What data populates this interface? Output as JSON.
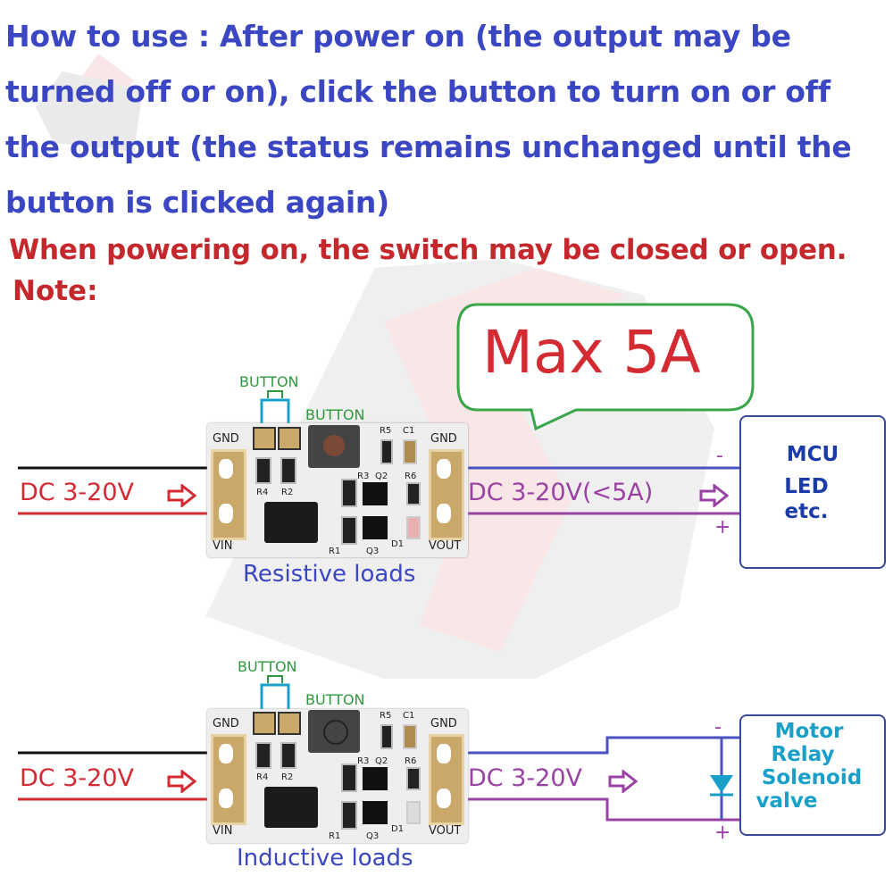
{
  "instructions": {
    "how_to_use": "How to use : After power on (the output may be turned off or on), click the button to turn on or off the output (the status remains unchanged until the button is clicked again)",
    "power_note": "When powering on, the switch may be closed or open.",
    "note_label": "Note:"
  },
  "max_callout": "Max 5A",
  "panel_top": {
    "button_label_1": "BUTTON",
    "button_label_2": "BUTTON",
    "pcb": {
      "gnd_left": "GND",
      "vin": "VIN",
      "gnd_right": "GND",
      "vout": "VOUT",
      "r4": "R4",
      "r2": "R2",
      "r5": "R5",
      "c1": "C1",
      "r3": "R3",
      "q2": "Q2",
      "r6": "R6",
      "r1": "R1",
      "q3": "Q3",
      "d1": "D1"
    },
    "input_label": "DC 3-20V",
    "output_label": "DC 3-20V(<5A)",
    "minus": "-",
    "plus": "+",
    "load_box": [
      "MCU",
      "LED",
      "etc."
    ],
    "caption": "Resistive loads"
  },
  "panel_bottom": {
    "button_label_1": "BUTTON",
    "button_label_2": "BUTTON",
    "pcb": {
      "gnd_left": "GND",
      "vin": "VIN",
      "gnd_right": "GND",
      "vout": "VOUT",
      "r4": "R4",
      "r2": "R2",
      "r5": "R5",
      "c1": "C1",
      "r3": "R3",
      "q2": "Q2",
      "r6": "R6",
      "r1": "R1",
      "q3": "Q3",
      "d1": "D1"
    },
    "input_label": "DC 3-20V",
    "output_label": "DC 3-20V",
    "minus": "-",
    "plus": "+",
    "load_box": [
      "Motor",
      "Relay",
      "Solenoid",
      "valve"
    ],
    "caption": "Inductive loads"
  },
  "colors": {
    "instruction_blue": "#3b46c3",
    "warning_red": "#c5282c",
    "callout_green": "#3aa64a",
    "wire_blue": "#4a52c0",
    "wire_purple": "#9a42a4",
    "wire_red": "#d42b32",
    "box_border": "#3a4a9a"
  }
}
